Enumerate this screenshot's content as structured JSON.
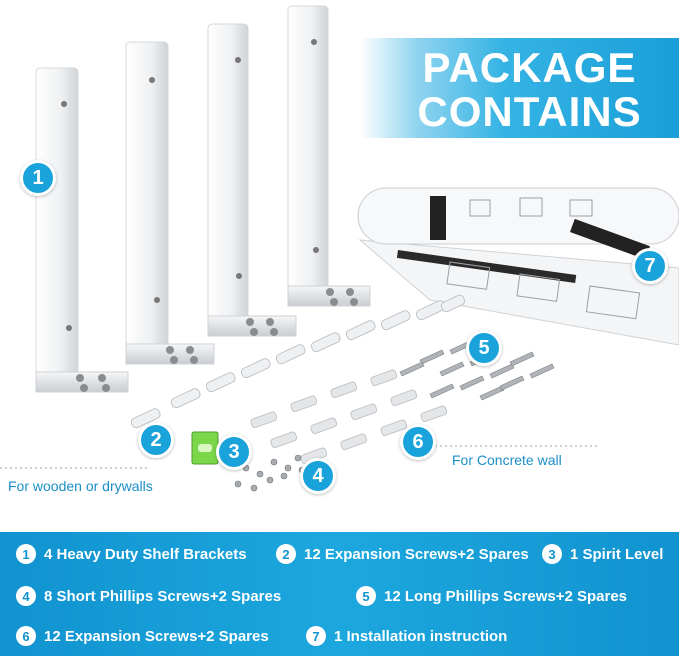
{
  "header": {
    "title_line1": "PACKAGE",
    "title_line2": "CONTAINS"
  },
  "colors": {
    "accent": "#1aa3db",
    "legend_bg": "#1193cf",
    "bracket": "#f2f4f6"
  },
  "badges": [
    "1",
    "2",
    "3",
    "4",
    "5",
    "6",
    "7"
  ],
  "captions": {
    "wood": "For wooden or drywalls",
    "concrete": "For Concrete wall"
  },
  "legend": [
    {
      "num": "1",
      "text": "4 Heavy Duty Shelf Brackets"
    },
    {
      "num": "2",
      "text": "12 Expansion Screws+2 Spares"
    },
    {
      "num": "3",
      "text": "1 Spirit Level"
    },
    {
      "num": "4",
      "text": "8 Short Phillips Screws+2 Spares"
    },
    {
      "num": "5",
      "text": "12 Long Phillips Screws+2 Spares"
    },
    {
      "num": "6",
      "text": "12 Expansion Screws+2 Spares"
    },
    {
      "num": "7",
      "text": "1 Installation instruction"
    }
  ]
}
